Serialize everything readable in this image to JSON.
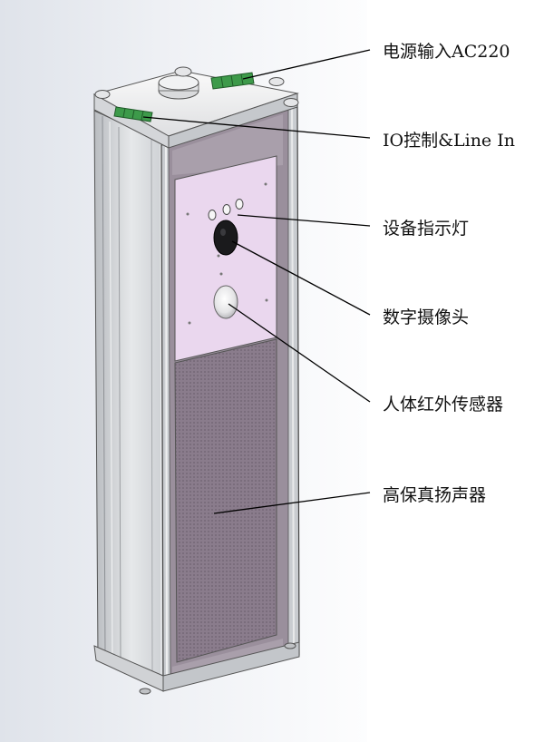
{
  "labels": [
    {
      "id": "power",
      "text": "电源输入AC220"
    },
    {
      "id": "io",
      "text": "IO控制&Line In"
    },
    {
      "id": "indicator",
      "text": "设备指示灯"
    },
    {
      "id": "camera",
      "text": "数字摄像头"
    },
    {
      "id": "pir",
      "text": "人体红外传感器"
    },
    {
      "id": "speaker",
      "text": "高保真扬声器"
    }
  ],
  "colors": {
    "panel": "#ead7ee",
    "grille": "#8a7c8c",
    "frame": "#c6c9cd",
    "terminal": "#3d9a4a",
    "leader": "#000000"
  }
}
